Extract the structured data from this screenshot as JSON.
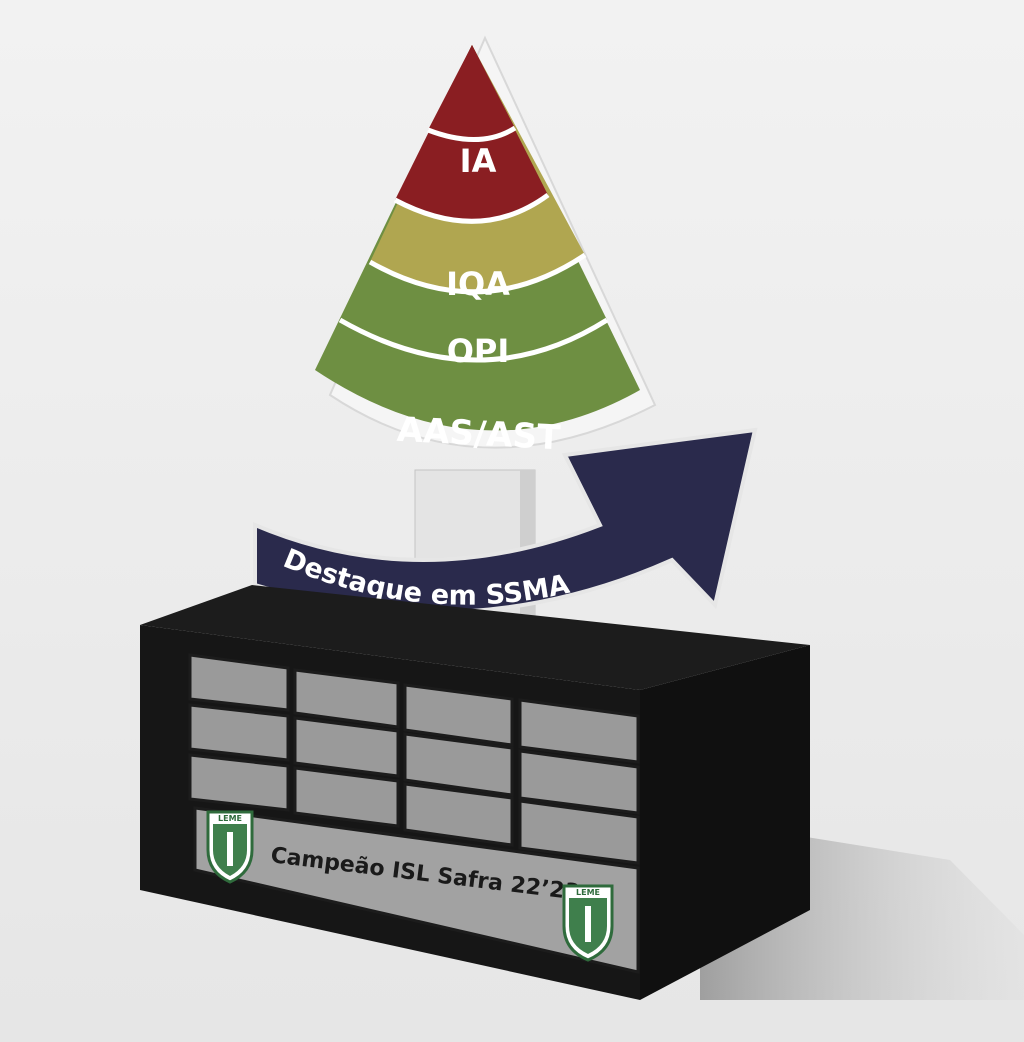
{
  "trophy": {
    "levels": [
      {
        "label": "IA",
        "color": "#8a1e22"
      },
      {
        "label": "IQA",
        "color": "#b0a650"
      },
      {
        "label": "OPI",
        "color": "#6e8f42"
      },
      {
        "label": "AAS/AST",
        "color": "#6e8f42"
      }
    ],
    "arrow_text": "Destaque em SSMA",
    "arrow_color": "#2a2a4c",
    "plaque_text": "Campeão ISL Safra 22’23",
    "logo_text": "LEME",
    "base_color": "#141414",
    "plate_color": "#9a9a9a",
    "background_color": "#ececec"
  }
}
